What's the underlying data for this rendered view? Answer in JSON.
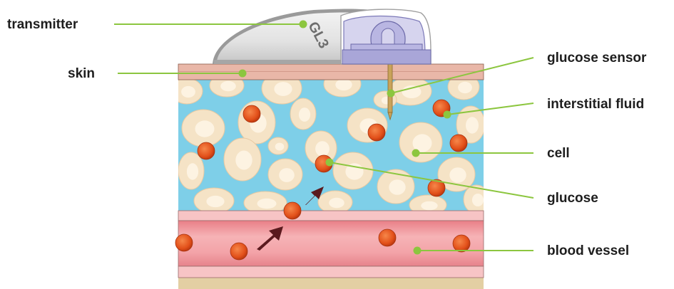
{
  "labels": {
    "transmitter": "transmitter",
    "skin": "skin",
    "glucose_sensor": "glucose sensor",
    "interstitial_fluid": "interstitial fluid",
    "cell": "cell",
    "glucose": "glucose",
    "blood_vessel": "blood vessel"
  },
  "device_logo": "GL3",
  "colors": {
    "leader_line": "#8cc63f",
    "interstitial_fluid": "#7ecfe8",
    "cell": "#f5e3c6",
    "cell_nucleus": "#fdf3e2",
    "glucose": "#e2501a",
    "skin": "#e9b7a8",
    "blood": "#f3a3a8",
    "vessel_wall": "#f7c4c5",
    "arrow": "#5a1a1e",
    "transmitter_body": "#bfbfbf",
    "sensor_base": "#a9a6d8",
    "tissue_base": "#e3cfa3"
  }
}
